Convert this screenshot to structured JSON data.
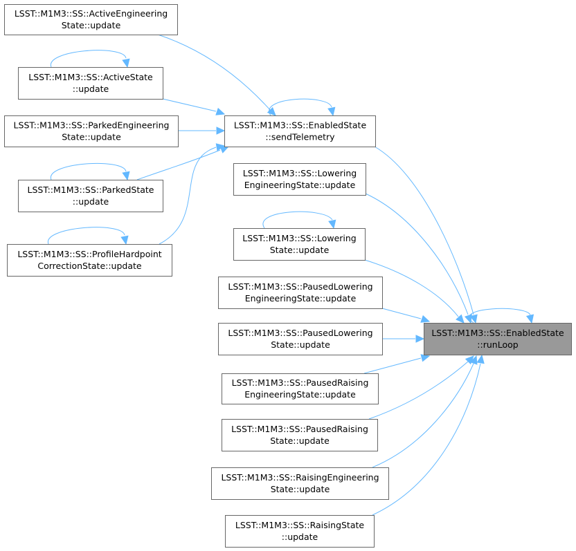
{
  "diagram": {
    "nodes": [
      {
        "id": "active_eng",
        "lines": [
          "LSST::M1M3::SS::ActiveEngineering",
          "State::update"
        ]
      },
      {
        "id": "active",
        "lines": [
          "LSST::M1M3::SS::ActiveState",
          "::update"
        ]
      },
      {
        "id": "parked_eng",
        "lines": [
          "LSST::M1M3::SS::ParkedEngineering",
          "State::update"
        ]
      },
      {
        "id": "parked",
        "lines": [
          "LSST::M1M3::SS::ParkedState",
          "::update"
        ]
      },
      {
        "id": "profile",
        "lines": [
          "LSST::M1M3::SS::ProfileHardpoint",
          "CorrectionState::update"
        ]
      },
      {
        "id": "send_telemetry",
        "lines": [
          "LSST::M1M3::SS::EnabledState",
          "::sendTelemetry"
        ]
      },
      {
        "id": "lowering_eng",
        "lines": [
          "LSST::M1M3::SS::Lowering",
          "EngineeringState::update"
        ]
      },
      {
        "id": "lowering",
        "lines": [
          "LSST::M1M3::SS::Lowering",
          "State::update"
        ]
      },
      {
        "id": "paused_lowering_eng",
        "lines": [
          "LSST::M1M3::SS::PausedLowering",
          "EngineeringState::update"
        ]
      },
      {
        "id": "paused_lowering",
        "lines": [
          "LSST::M1M3::SS::PausedLowering",
          "State::update"
        ]
      },
      {
        "id": "paused_raising_eng",
        "lines": [
          "LSST::M1M3::SS::PausedRaising",
          "EngineeringState::update"
        ]
      },
      {
        "id": "paused_raising",
        "lines": [
          "LSST::M1M3::SS::PausedRaising",
          "State::update"
        ]
      },
      {
        "id": "raising_eng",
        "lines": [
          "LSST::M1M3::SS::RaisingEngineering",
          "State::update"
        ]
      },
      {
        "id": "raising",
        "lines": [
          "LSST::M1M3::SS::RaisingState",
          "::update"
        ]
      },
      {
        "id": "run_loop",
        "lines": [
          "LSST::M1M3::SS::EnabledState",
          "::runLoop"
        ],
        "highlighted": true
      }
    ],
    "edges": [
      {
        "from": "active_eng",
        "to": "send_telemetry"
      },
      {
        "from": "active",
        "to": "send_telemetry"
      },
      {
        "from": "parked_eng",
        "to": "send_telemetry"
      },
      {
        "from": "parked",
        "to": "send_telemetry"
      },
      {
        "from": "profile",
        "to": "send_telemetry"
      },
      {
        "from": "send_telemetry",
        "to": "run_loop"
      },
      {
        "from": "lowering_eng",
        "to": "run_loop"
      },
      {
        "from": "lowering",
        "to": "run_loop"
      },
      {
        "from": "paused_lowering_eng",
        "to": "run_loop"
      },
      {
        "from": "paused_lowering",
        "to": "run_loop"
      },
      {
        "from": "paused_raising_eng",
        "to": "run_loop"
      },
      {
        "from": "paused_raising",
        "to": "run_loop"
      },
      {
        "from": "raising_eng",
        "to": "run_loop"
      },
      {
        "from": "raising",
        "to": "run_loop"
      }
    ],
    "self_loops": [
      "active",
      "parked",
      "profile",
      "send_telemetry",
      "lowering",
      "run_loop"
    ],
    "colors": {
      "edge": "#63b8ff",
      "node_border": "#666666",
      "highlight_fill": "#999999"
    }
  }
}
